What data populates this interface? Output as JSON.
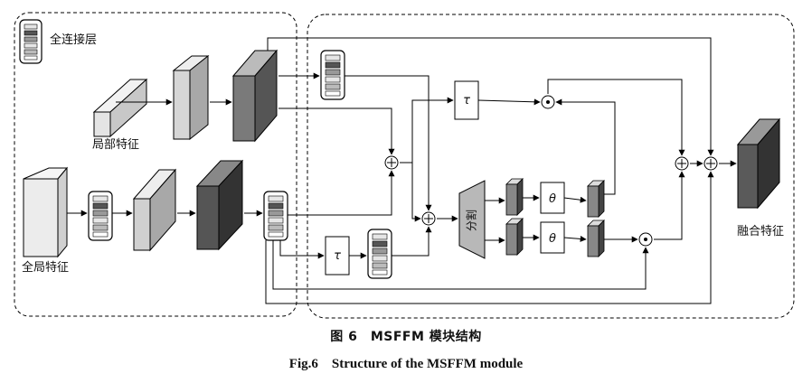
{
  "labels": {
    "fc_layer": "全连接层",
    "local_feature": "局部特征",
    "global_feature": "全局特征",
    "fused_feature": "融合特征",
    "tau": "τ",
    "theta": "θ",
    "split": "分割"
  },
  "captions": {
    "cn": "图 6　MSFFM 模块结构",
    "en": "Fig.6　Structure of the MSFFM module"
  }
}
